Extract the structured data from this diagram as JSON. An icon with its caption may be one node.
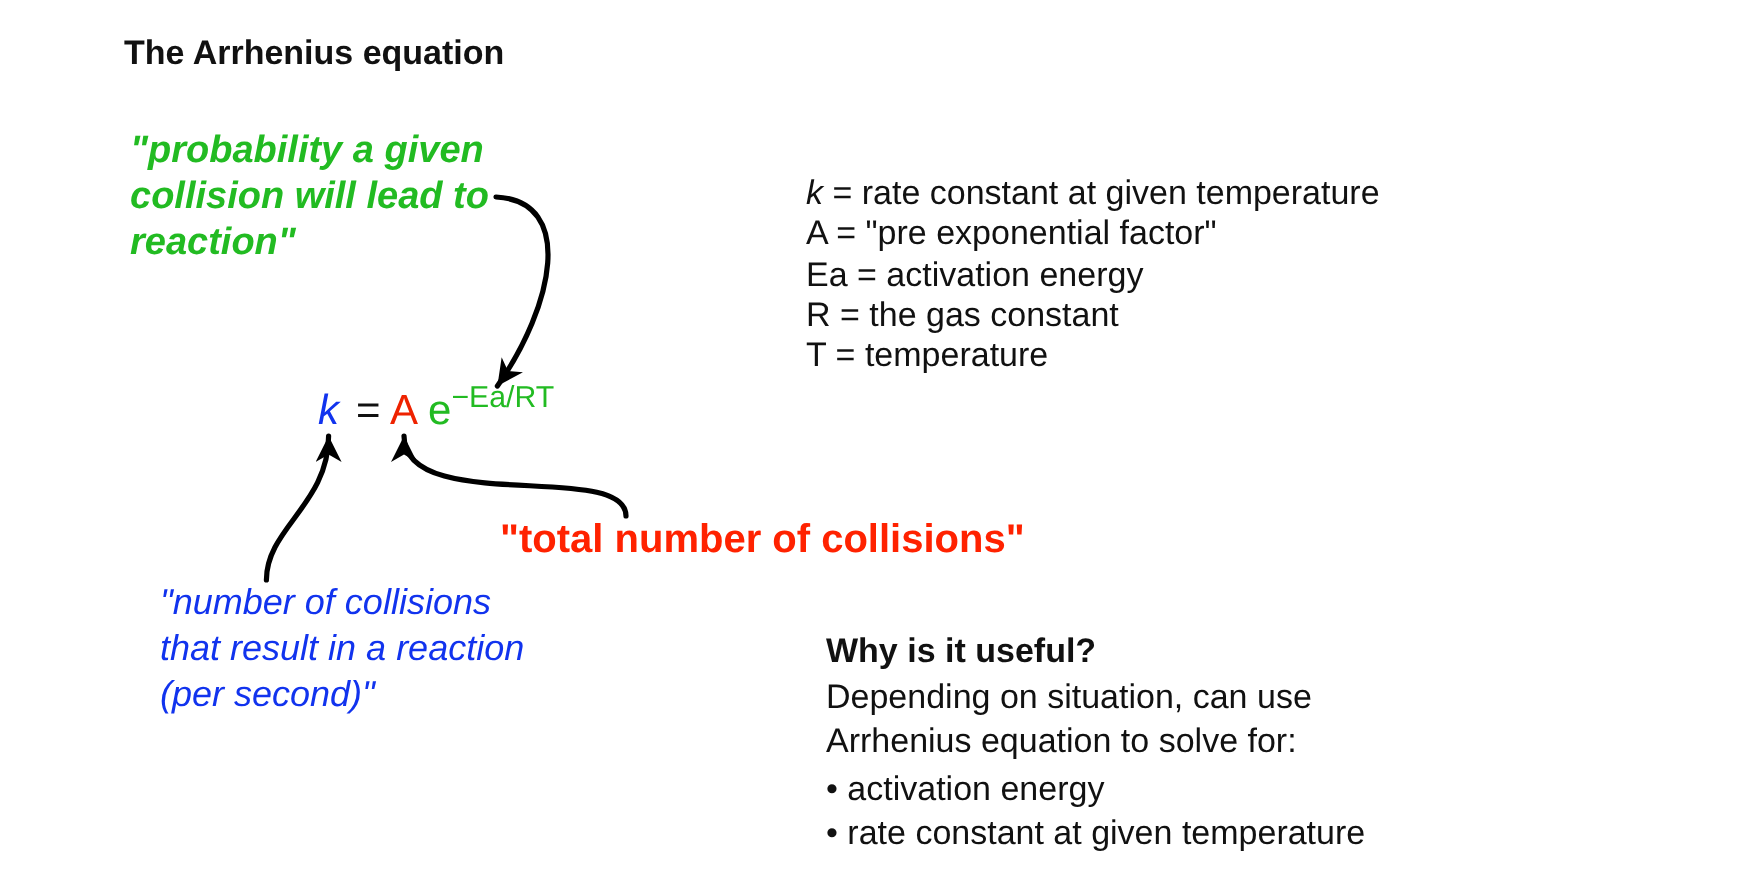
{
  "diagram": {
    "title": "The Arrhenius equation",
    "nodes": [
      {
        "text": [
          "\"probability a given collision will lead to reaction\""
        ]
      },
      {
        "text": [
          "k"
        ]
      },
      {
        "text": [
          "A"
        ]
      },
      {
        "text": [
          "e$^{−Ea/RT}$"
        ]
      },
      {
        "text": [
          "\"total number of collisions\""
        ]
      },
      {
        "text": [
          "\"number of collisions that result in a reaction (per second)\""
        ]
      }
    ],
    "edges": [
      {
        "from": 0,
        "to": 3,
        "arrow": "to"
      },
      {
        "from": 4,
        "to": 2,
        "arrow": "to"
      },
      {
        "from": 5,
        "to": 1,
        "arrow": "to"
      }
    ],
    "labels": [
      "=",
      "*k* = rate constant at given temperature",
      "A = \"pre exponential factor\"",
      "Ea = activation energy",
      "R = the gas constant",
      "T = temperature",
      "Why is it useful?",
      "Depending on situation, can use Arrhenius equation to solve for:",
      "• activation energy",
      "• rate constant at given temperature"
    ]
  }
}
